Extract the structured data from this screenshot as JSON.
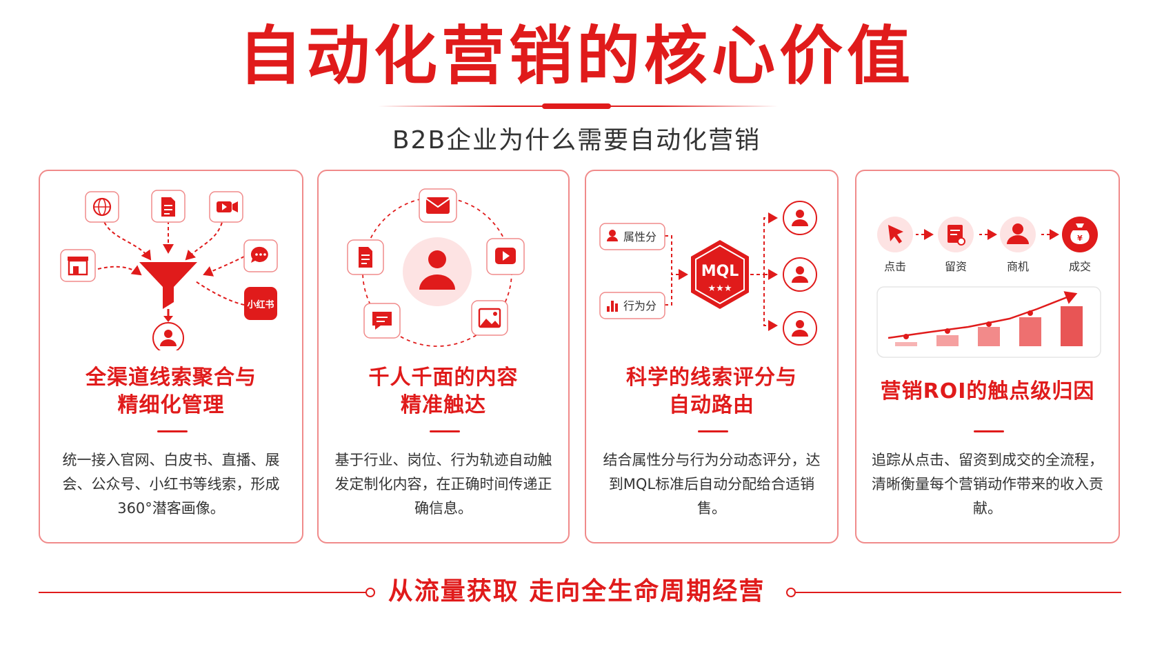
{
  "header": {
    "title": "自动化营销的核心价值",
    "subtitle": "B2B企业为什么需要自动化营销"
  },
  "cards": [
    {
      "title_line1": "全渠道线索聚合与",
      "title_line2": "精细化管理",
      "description": "统一接入官网、白皮书、直播、展会、公众号、小红书等线索，形成360°潜客画像。",
      "icon_labels": {
        "xiaohongshu": "小红书"
      },
      "icons": [
        "globe-icon",
        "document-icon",
        "video-icon",
        "store-icon",
        "chat-icon",
        "xiaohongshu-logo",
        "funnel-icon",
        "user-icon"
      ]
    },
    {
      "title_line1": "千人千面的内容",
      "title_line2": "精准触达",
      "description": "基于行业、岗位、行为轨迹自动触发定制化内容，在正确时间传递正确信息。",
      "icons": [
        "mail-icon",
        "document-icon",
        "play-icon",
        "message-icon",
        "image-icon",
        "user-icon"
      ]
    },
    {
      "title_line1": "科学的线索评分与",
      "title_line2": "自动路由",
      "description": "结合属性分与行为分动态评分，达到MQL标准后自动分配给合适销售。",
      "labels": {
        "attribute": "属性分",
        "behavior": "行为分",
        "badge": "MQL",
        "stars": "★★★"
      },
      "icons": [
        "user-icon",
        "bar-chart-icon",
        "mql-badge-icon",
        "user-icon"
      ]
    },
    {
      "title_line1": "营销ROI的触点级归因",
      "title_line2": "",
      "description": "追踪从点击、留资到成交的全流程，清晰衡量每个营销动作带来的收入贡献。",
      "steps": [
        "点击",
        "留资",
        "商机",
        "成交"
      ],
      "icons": [
        "cursor-icon",
        "form-icon",
        "user-icon",
        "money-bag-icon",
        "trend-chart-icon"
      ]
    }
  ],
  "footer": {
    "slogan": "从流量获取 走向全生命周期经营"
  },
  "colors": {
    "accent": "#e01b1b",
    "border": "#f08a8a",
    "soft": "#fde3e3",
    "text": "#333333"
  }
}
